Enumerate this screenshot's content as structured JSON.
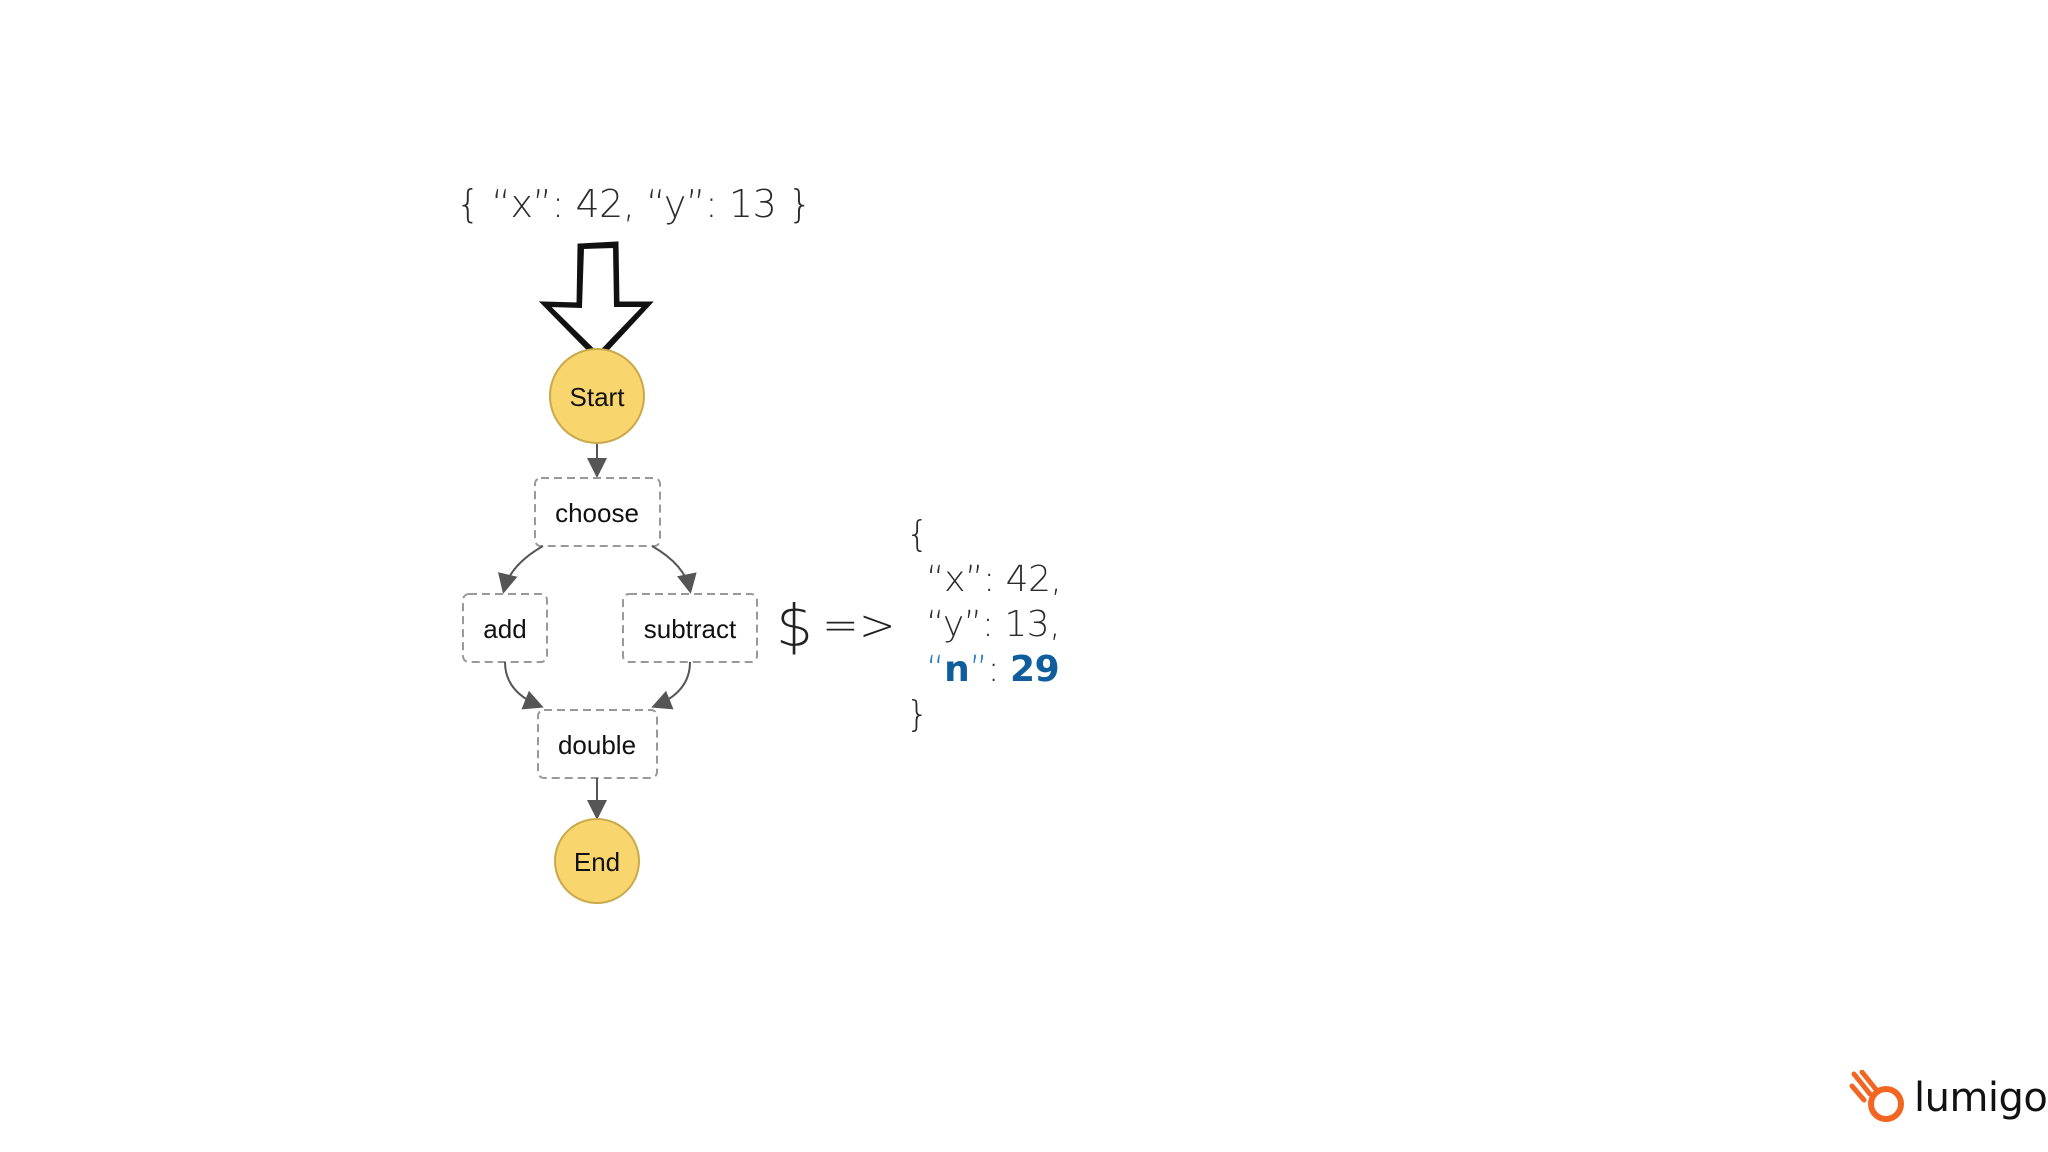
{
  "input": {
    "text": "{ “x”: 42, “y”: 13 }"
  },
  "diagram": {
    "start": "Start",
    "choose": "choose",
    "add": "add",
    "subtract": "subtract",
    "double": "double",
    "end": "End",
    "colors": {
      "terminal_fill": "#f9d56e",
      "terminal_stroke": "#c9a94a",
      "box_stroke": "#999999",
      "edge": "#555555"
    }
  },
  "operator": {
    "dollar": "$",
    "arrow": "=>"
  },
  "output": {
    "open": "{",
    "x_line": "“x”: 42,",
    "y_line": "“y”: 13,",
    "n_open_quote": "“",
    "n_key": "n",
    "n_close_quote": "”",
    "n_colon": ": ",
    "n_value": "29",
    "close": "}",
    "highlight_color": "#1f78c1"
  },
  "brand": {
    "name": "lumigo",
    "icon": "lumigo-logo-icon",
    "color": "#f26522"
  }
}
